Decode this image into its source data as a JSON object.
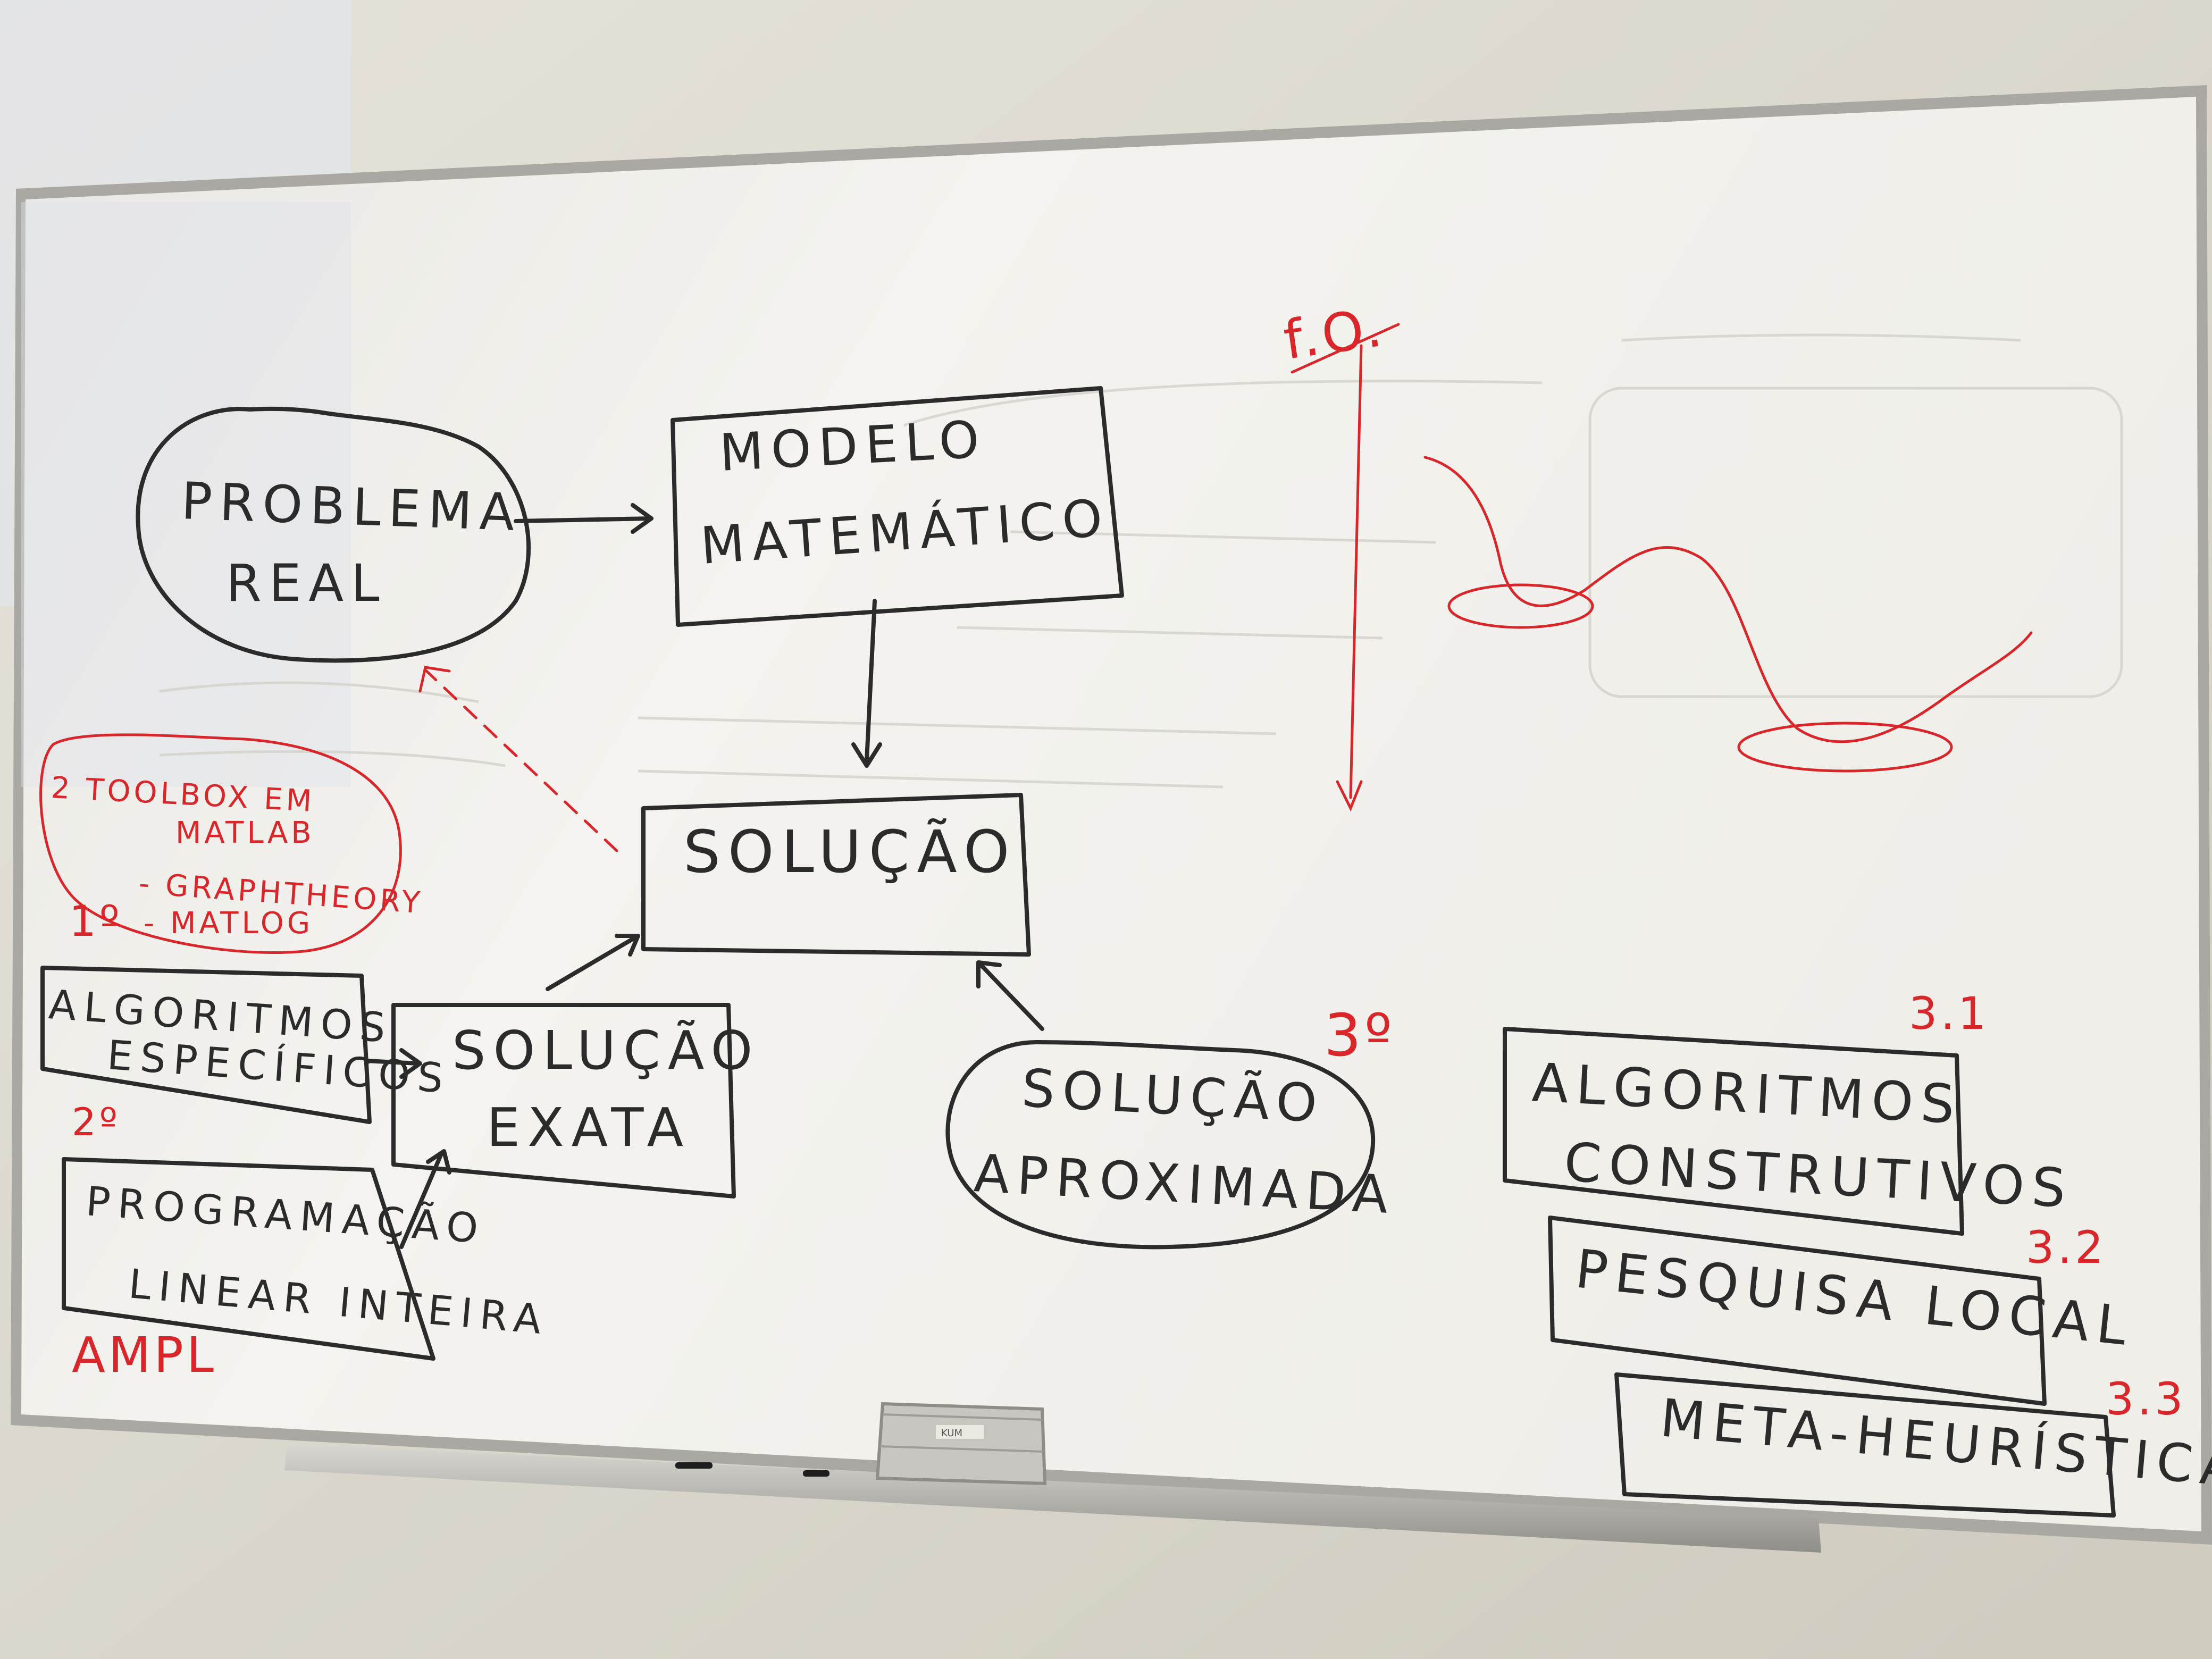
{
  "colors": {
    "wall": "#dcd8cc",
    "board": "#f2f1ec",
    "frame": "#b9b7b1",
    "ink_black": "#2b2b2b",
    "ink_red": "#d8262b",
    "ghost": "#cfcdc6"
  },
  "diagram": {
    "problema_real": [
      "PROBLEMA",
      "REAL"
    ],
    "modelo_matematico": [
      "MODELO",
      "MATEMÁTICO"
    ],
    "solucao": "SOLUÇÃO",
    "solucao_exata": [
      "SOLUÇÃO",
      "EXATA"
    ],
    "solucao_aproximada": [
      "SOLUÇÃO",
      "APROXIMADA"
    ],
    "algoritmos_especificos": [
      "ALGORITMOS",
      "ESPECÍFICOS"
    ],
    "programacao_linear_inteira": [
      "PROGRAMAÇÃO",
      "LINEAR INTEIRA"
    ]
  },
  "red_notes": {
    "toolbox": [
      "2 TOOLBOX EM",
      "MATLAB",
      "- GRAPHTHEORY",
      "- MATLOG"
    ],
    "first": "1º",
    "second": "2º",
    "third": "3º",
    "ampl": "AMPL",
    "fo": "f.O.",
    "n31": "3.1",
    "n32": "3.2",
    "n33": "3.3"
  },
  "right_boxes": {
    "algoritmos_construtivos": [
      "ALGORITMOS",
      "CONSTRUTIVOS"
    ],
    "pesquisa_local": "PESQUISA LOCAL",
    "meta_heuristica": "META-HEURÍSTICA"
  },
  "eraser_label": "KUM"
}
